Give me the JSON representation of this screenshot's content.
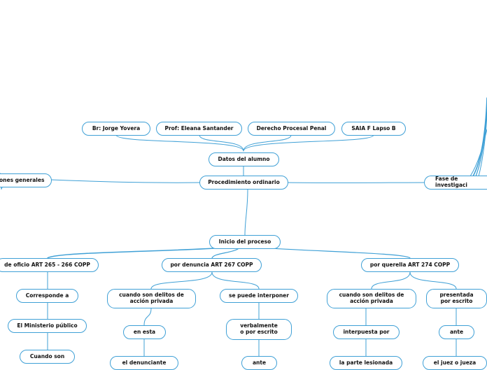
{
  "colors": {
    "line": "#3fa0d6",
    "node_border": "#3fa0d6",
    "text": "#111111"
  },
  "nodes": {
    "jorge": "Br: Jorge Yovera",
    "eleana": "Prof: Eleana Santander",
    "derecho": "Derecho Procesal Penal",
    "saia": "SAIA F Lapso B",
    "datos": "Datos del alumno",
    "generales": "ones generales",
    "procedimiento": "Procedimiento ordinario",
    "fase": "Fase de investigaci",
    "inicio": "Inicio del proceso",
    "oficio": "de oficio ART 265 - 266 COPP",
    "denuncia": "por denuncia ART 267 COPP",
    "querella": "por querella ART 274 COPP",
    "corresponde": "Corresponde a",
    "ministerio": "El Ministerio público",
    "cuando_son": "Cuando son",
    "delitos1": "cuando son delitos de\nacción privada",
    "interponer": "se puede interponer",
    "delitos2": "cuando son delitos de\nacción privada",
    "presentada": "presentada\npor escrito",
    "en_esta": "en esta",
    "verbalmente": "verbalmente\no por escrito",
    "interpuesta": "interpuesta por",
    "ante1": "ante",
    "denunciante": "el denunciante",
    "ante2": "ante",
    "lesionada": "la parte lesionada",
    "juez": "el juez o jueza"
  }
}
